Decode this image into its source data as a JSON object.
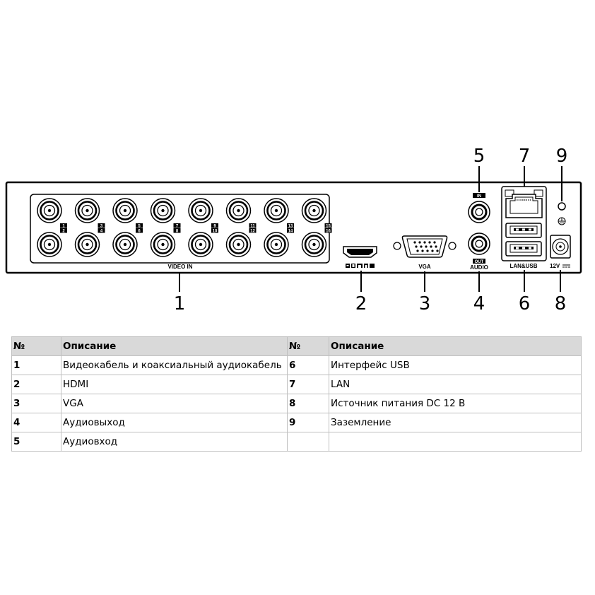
{
  "diagram": {
    "port_labels": {
      "video_in": "VIDEO IN",
      "vga": "VGA",
      "audio": "AUDIO",
      "audio_in_tag": "IN",
      "audio_out_tag": "OUT",
      "lan_usb": "LAN&USB",
      "power": "12V"
    },
    "bnc_numbers_top": [
      "1",
      "3",
      "5",
      "7",
      "9",
      "11",
      "13",
      "15"
    ],
    "bnc_numbers_bottom": [
      "2",
      "4",
      "6",
      "8",
      "10",
      "12",
      "14",
      "16"
    ],
    "callouts": {
      "c1": "1",
      "c2": "2",
      "c3": "3",
      "c4": "4",
      "c5": "5",
      "c6": "6",
      "c7": "7",
      "c8": "8",
      "c9": "9"
    }
  },
  "table": {
    "header": {
      "num1": "№",
      "desc1": "Описание",
      "num2": "№",
      "desc2": "Описание"
    },
    "rows": [
      {
        "num1": "1",
        "desc1": "Видеокабель и коаксиальный аудиокабель",
        "num2": "6",
        "desc2": "Интерфейс USB"
      },
      {
        "num1": "2",
        "desc1": "HDMI",
        "num2": "7",
        "desc2": "LAN"
      },
      {
        "num1": "3",
        "desc1": "VGA",
        "num2": "8",
        "desc2": "Источник питания DC 12 В"
      },
      {
        "num1": "4",
        "desc1": "Аудиовыход",
        "num2": "9",
        "desc2": "Заземление"
      },
      {
        "num1": "5",
        "desc1": "Аудиовход",
        "num2": "",
        "desc2": ""
      }
    ]
  }
}
